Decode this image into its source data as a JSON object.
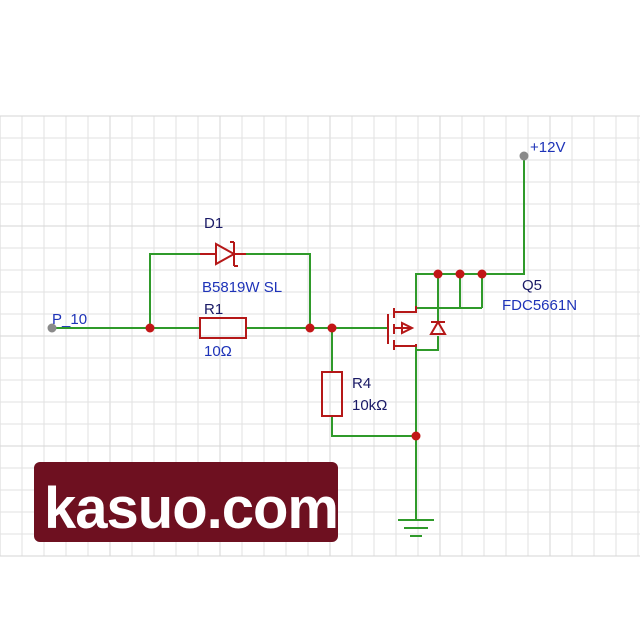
{
  "schematic": {
    "ports": {
      "input": "P_10",
      "supply": "+12V"
    },
    "components": {
      "d1": {
        "designator": "D1",
        "value": "B5819W SL",
        "kind": "diode"
      },
      "r1": {
        "designator": "R1",
        "value": "10Ω",
        "kind": "resistor"
      },
      "r4": {
        "designator": "R4",
        "value": "10kΩ",
        "kind": "resistor"
      },
      "q5": {
        "designator": "Q5",
        "value": "FDC5661N",
        "kind": "n-channel-mosfet"
      }
    },
    "ground_symbol": "ground",
    "colors": {
      "wire": "#2f9a2a",
      "component": "#b51818",
      "junction": "#c21616",
      "label": "#1e33b8",
      "grid": "#e2e2e2"
    }
  },
  "watermark": {
    "text": "kasuo.com",
    "background": "#6e1020",
    "text_color": "#ffffff"
  }
}
